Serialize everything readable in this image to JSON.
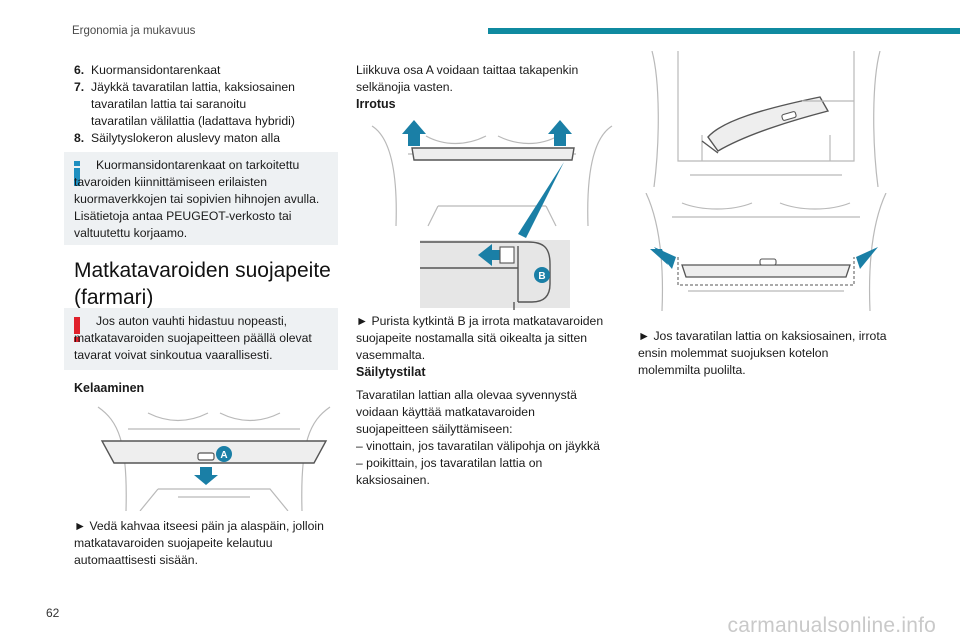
{
  "header": {
    "title": "Ergonomia ja mukavuus"
  },
  "page_number": "62",
  "watermark": "carmanualsonline.info",
  "colors": {
    "accent": "#0f8aa0",
    "info": "#1e8fc0",
    "warning": "#e0212b",
    "box_bg": "#eef1f3"
  },
  "icons": {
    "info": "info-icon",
    "warning": "warning-icon",
    "arrow": "arrow-icon"
  },
  "list": [
    {
      "num": "6.",
      "text": "Kuormansidontarenkaat"
    },
    {
      "num": "7.",
      "text": "Jäykkä tavaratilan lattia, kaksiosainen tavaratilan lattia tai saranoitu tavaratilan välilattia (ladattava hybridi)"
    },
    {
      "num": "8.",
      "text": "Säilytyslokeron aluslevy maton alla"
    }
  ],
  "info_box": {
    "text": "Kuormansidontarenkaat on tarkoitettu tavaroiden kiinnittämiseen erilaisten kuormaverkkojen tai sopivien hihnojen avulla. Lisätietoja antaa PEUGEOT-verkosto tai valtuutettu korjaamo."
  },
  "section": {
    "title": "Matkatavaroiden suojapeite (farmari)"
  },
  "warning_box": {
    "text": "Jos auton vauhti hidastuu nopeasti, matkatavaroiden suojapeitteen päällä olevat tavarat voivat sinkoutua vaarallisesti."
  },
  "kelaaminen": {
    "heading": "Kelaaminen",
    "label_a": "A",
    "text": "► Vedä kahvaa itseesi päin ja alaspäin, jolloin matkatavaroiden suojapeite kelautuu automaattisesti sisään."
  },
  "col2": {
    "intro": "Liikkuva osa A voidaan taittaa takapenkin selkänojia vasten.",
    "irrotus_heading": "Irrotus",
    "label_b": "B",
    "irrotus_text": "► Purista kytkintä B ja irrota matkatavaroiden suojapeite nostamalla sitä oikealta ja sitten vasemmalta.",
    "sailytys_heading": "Säilytystilat",
    "sailytys_text": "Tavaratilan lattian alla olevaa syvennystä voidaan käyttää matkatavaroiden suojapeitteen säilyttämiseen:",
    "dash1": "–  vinottain, jos tavaratilan välipohja on jäykkä",
    "dash2": "–  poikittain, jos tavaratilan lattia on kaksiosainen."
  },
  "col3": {
    "text": "► Jos tavaratilan lattia on kaksiosainen, irrota ensin molemmat suojuksen kotelon molemmilta puolilta."
  }
}
